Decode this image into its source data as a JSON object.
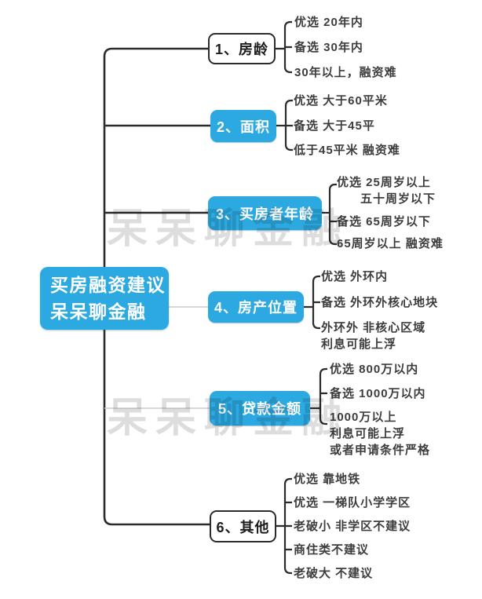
{
  "root": {
    "lines": [
      "买房融资建议",
      "呆呆聊金融"
    ]
  },
  "watermark": "呆呆聊金融",
  "colors": {
    "node_blue": "#2BA9E0",
    "line_dark": "#2b2b2b",
    "line_light": "#cccccc",
    "leaf_text": "#3d3d3d",
    "watermark_gray": "#d9d9d9"
  },
  "branches": [
    {
      "label": "1、房龄",
      "leaves": [
        [
          "优选 20年内"
        ],
        [
          "备选 30年内"
        ],
        [
          "30年以上，融资难"
        ]
      ]
    },
    {
      "label": "2、面积",
      "leaves": [
        [
          "优选 大于60平米"
        ],
        [
          "备选 大于45平"
        ],
        [
          "低于45平米 融资难"
        ]
      ]
    },
    {
      "label": "3、买房者年龄",
      "leaves": [
        [
          "优选 25周岁以上",
          "五十周岁以下"
        ],
        [
          "备选 65周岁以下"
        ],
        [
          "65周岁以上 融资难"
        ]
      ]
    },
    {
      "label": "4、房产位置",
      "leaves": [
        [
          "优选 外环内"
        ],
        [
          "备选 外环外核心地块"
        ],
        [
          "外环外 非核心区域",
          "利息可能上浮"
        ]
      ]
    },
    {
      "label": "5、贷款金额",
      "leaves": [
        [
          "优选 800万以内"
        ],
        [
          "备选 1000万以内"
        ],
        [
          "1000万以上",
          "利息可能上浮",
          "或者申请条件严格"
        ]
      ]
    },
    {
      "label": "6、其他",
      "leaves": [
        [
          "优选 靠地铁"
        ],
        [
          "优选 一梯队小学学区"
        ],
        [
          "老破小 非学区不建议"
        ],
        [
          "商住类不建议"
        ],
        [
          "老破大 不建议"
        ]
      ]
    }
  ]
}
